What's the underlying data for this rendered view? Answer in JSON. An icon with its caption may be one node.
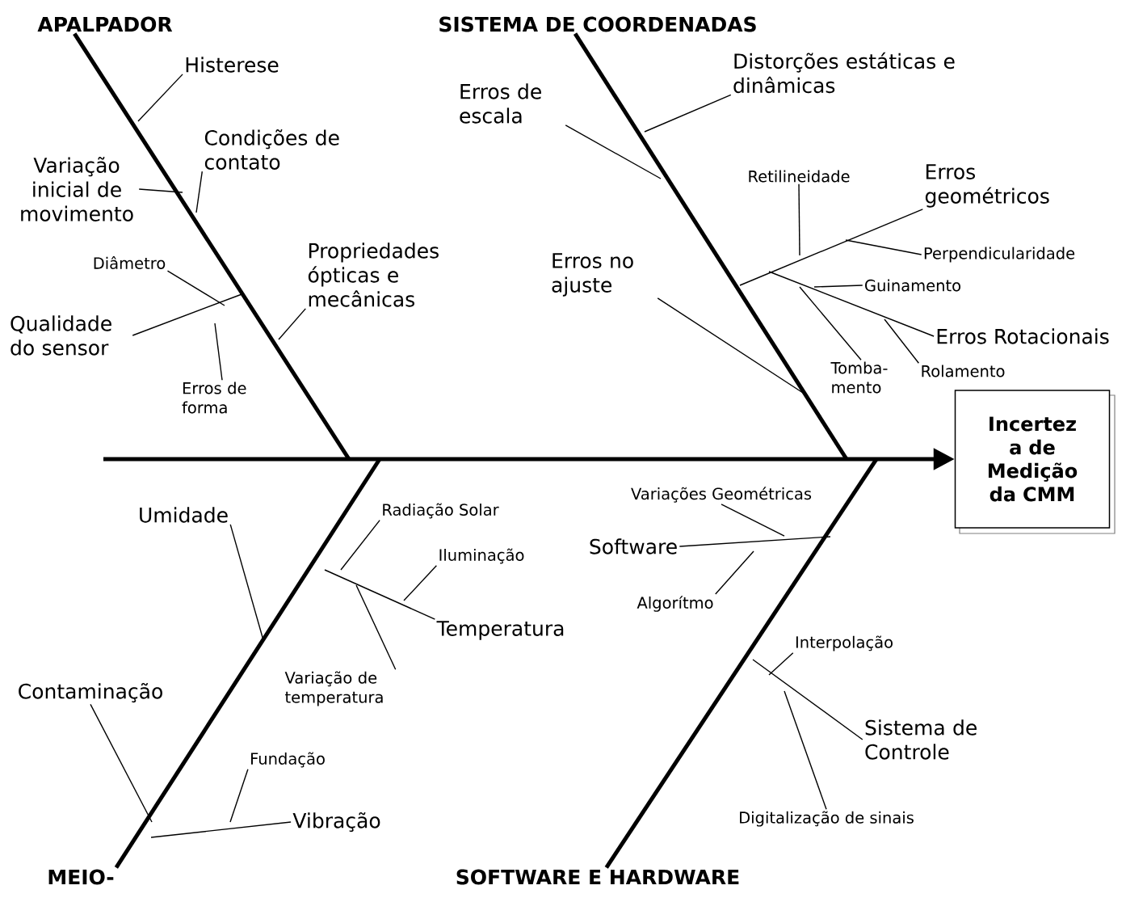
{
  "diagram": {
    "nodes": [
      {
        "text": [
          "APALPADOR"
        ]
      },
      {
        "text": [
          "Histerese"
        ]
      },
      {
        "text": [
          "Variação inicial de movimento"
        ]
      },
      {
        "text": [
          "Condições de contato"
        ]
      },
      {
        "text": [
          "Diâmetro"
        ]
      },
      {
        "text": [
          "Qualidade do sensor"
        ]
      },
      {
        "text": [
          "Erros de forma"
        ]
      },
      {
        "text": [
          "Propriedades ópticas e mecânicas"
        ]
      },
      {
        "text": [
          "SISTEMA DE COORDENADAS"
        ]
      },
      {
        "text": [
          "Erros de escala"
        ]
      },
      {
        "text": [
          "Distorções estáticas e dinâmicas"
        ]
      },
      {
        "text": [
          "Retilineidade"
        ]
      },
      {
        "text": [
          "Erros geométricos"
        ]
      },
      {
        "text": [
          "Erros no ajuste"
        ]
      },
      {
        "text": [
          "Perpendicularidade"
        ]
      },
      {
        "text": [
          "Guinamento"
        ]
      },
      {
        "text": [
          "Erros Rotacionais"
        ]
      },
      {
        "text": [
          "Tomba- mento"
        ]
      },
      {
        "text": [
          "Rolamento"
        ]
      },
      {
        "text": [
          "Incertez a de Medição da CMM"
        ]
      },
      {
        "text": [
          "Umidade"
        ]
      },
      {
        "text": [
          "Radiação Solar"
        ]
      },
      {
        "text": [
          "Iluminação"
        ]
      },
      {
        "text": [
          "Temperatura"
        ]
      },
      {
        "text": [
          "Variação de temperatura"
        ]
      },
      {
        "text": [
          "Contaminação"
        ]
      },
      {
        "text": [
          "Fundação"
        ]
      },
      {
        "text": [
          "Vibração"
        ]
      },
      {
        "text": [
          "MEIO-"
        ]
      },
      {
        "text": [
          "Variações Geométricas"
        ]
      },
      {
        "text": [
          "Software"
        ]
      },
      {
        "text": [
          "Algorítmo"
        ]
      },
      {
        "text": [
          "Interpolação"
        ]
      },
      {
        "text": [
          "Sistema de Controle"
        ]
      },
      {
        "text": [
          "Digitalização de sinais"
        ]
      },
      {
        "text": [
          "SOFTWARE E HARDWARE"
        ]
      }
    ],
    "edges": [
      {
        "from": 0,
        "to": null,
        "arrow": "none",
        "style": "thick"
      },
      {
        "from": 1,
        "to": null,
        "arrow": "none"
      },
      {
        "from": 2,
        "to": null,
        "arrow": "none"
      },
      {
        "from": 3,
        "to": null,
        "arrow": "none"
      },
      {
        "from": 4,
        "to": null,
        "arrow": "none"
      },
      {
        "from": 5,
        "to": null,
        "arrow": "none"
      },
      {
        "from": 6,
        "to": null,
        "arrow": "none"
      },
      {
        "from": 7,
        "to": null,
        "arrow": "none"
      },
      {
        "from": 8,
        "to": null,
        "arrow": "none",
        "style": "thick"
      },
      {
        "from": 9,
        "to": null,
        "arrow": "none"
      },
      {
        "from": 10,
        "to": null,
        "arrow": "none"
      },
      {
        "from": 11,
        "to": null,
        "arrow": "none"
      },
      {
        "from": 12,
        "to": null,
        "arrow": "none"
      },
      {
        "from": 13,
        "to": null,
        "arrow": "none"
      },
      {
        "from": 14,
        "to": null,
        "arrow": "none"
      },
      {
        "from": 15,
        "to": null,
        "arrow": "none"
      },
      {
        "from": 16,
        "to": null,
        "arrow": "none"
      },
      {
        "from": 17,
        "to": null,
        "arrow": "none"
      },
      {
        "from": 18,
        "to": null,
        "arrow": "none"
      },
      {
        "from": null,
        "to": 19,
        "arrow": "to",
        "style": "thick"
      },
      {
        "from": 20,
        "to": null,
        "arrow": "none"
      },
      {
        "from": 21,
        "to": null,
        "arrow": "none"
      },
      {
        "from": 22,
        "to": null,
        "arrow": "none"
      },
      {
        "from": 23,
        "to": null,
        "arrow": "none"
      },
      {
        "from": 24,
        "to": null,
        "arrow": "none"
      },
      {
        "from": 25,
        "to": null,
        "arrow": "none"
      },
      {
        "from": 26,
        "to": null,
        "arrow": "none"
      },
      {
        "from": 27,
        "to": null,
        "arrow": "none"
      },
      {
        "from": 28,
        "to": null,
        "arrow": "none",
        "style": "thick"
      },
      {
        "from": 29,
        "to": null,
        "arrow": "none"
      },
      {
        "from": 30,
        "to": null,
        "arrow": "none"
      },
      {
        "from": 31,
        "to": null,
        "arrow": "none"
      },
      {
        "from": 32,
        "to": null,
        "arrow": "none"
      },
      {
        "from": 33,
        "to": null,
        "arrow": "none"
      },
      {
        "from": 34,
        "to": null,
        "arrow": "none"
      },
      {
        "from": 35,
        "to": null,
        "arrow": "none",
        "style": "thick"
      }
    ]
  }
}
